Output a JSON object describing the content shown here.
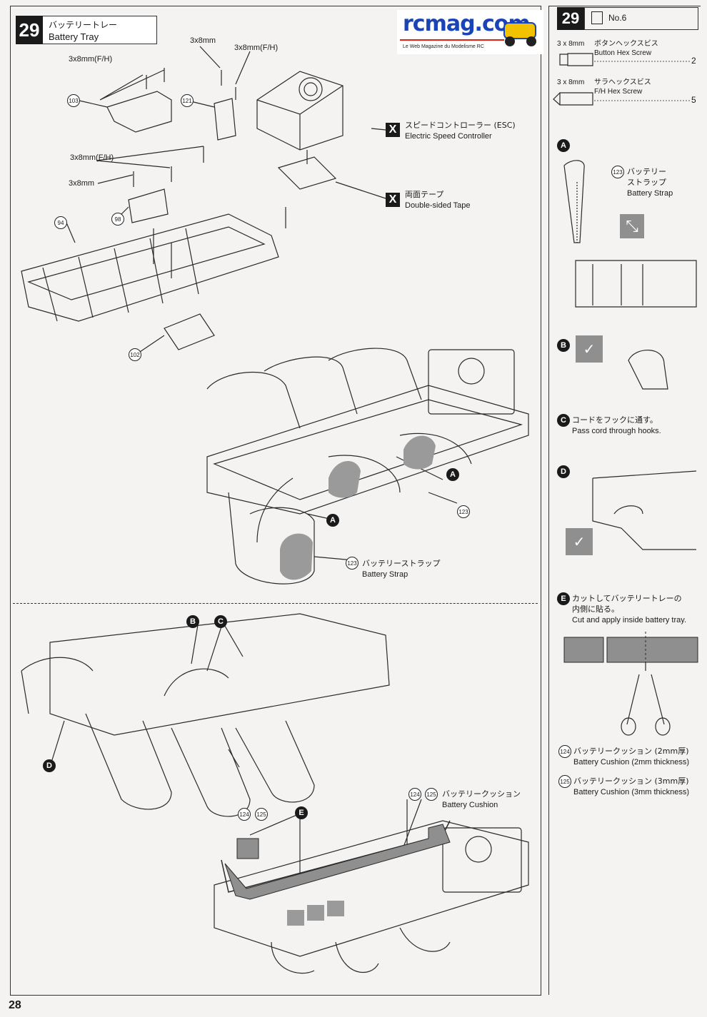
{
  "logo": {
    "brand": "rcmag.com",
    "tagline": "Le Web Magazine du Modelisme RC"
  },
  "page_number": "28",
  "step": {
    "number": "29",
    "title_jp": "バッテリートレー",
    "title_en": "Battery Tray"
  },
  "screw_labels": {
    "fh_top_left": "3x8mm(F/H)",
    "mm_top_center": "3x8mm",
    "fh_top_right": "3x8mm(F/H)",
    "fh_mid": "3x8mm(F/H)",
    "mm_mid": "3x8mm"
  },
  "part_numbers": {
    "p103": "103",
    "p121": "121",
    "p98": "98",
    "p94": "94",
    "p102": "102",
    "p123a": "123",
    "p123b": "123",
    "p124": "124",
    "p125": "125",
    "p124b": "124",
    "p125b": "125"
  },
  "esc": {
    "marker": "X",
    "jp": "スピードコントローラー (ESC)",
    "en": "Electric Speed Controller"
  },
  "tape": {
    "marker": "X",
    "jp": "両面テープ",
    "en": "Double-sided Tape"
  },
  "strap_label": {
    "jp": "バッテリーストラップ",
    "en": "Battery Strap"
  },
  "cushion_label": {
    "jp": "バッテリークッション",
    "en": "Battery Cushion"
  },
  "callouts": {
    "A1": "A",
    "A2": "A",
    "B": "B",
    "C": "C",
    "D": "D",
    "E": "E"
  },
  "sidebar": {
    "step_number": "29",
    "bag_label": "No.6",
    "parts": [
      {
        "size": "3 x 8mm",
        "jp": "ボタンヘックスビス",
        "en": "Button Hex Screw",
        "qty": "2"
      },
      {
        "size": "3 x 8mm",
        "jp": "サラヘックスビス",
        "en": "F/H Hex Screw",
        "qty": "5"
      }
    ],
    "detail_a": {
      "letter": "A",
      "part_no": "123",
      "jp1": "バッテリー",
      "jp2": "ストラップ",
      "en": "Battery Strap"
    },
    "detail_b": {
      "letter": "B"
    },
    "detail_c": {
      "letter": "C",
      "jp": "コードをフックに通す。",
      "en": "Pass cord through hooks."
    },
    "detail_d": {
      "letter": "D"
    },
    "detail_e": {
      "letter": "E",
      "jp1": "カットしてバッテリートレーの",
      "jp2": "内側に貼る。",
      "en": "Cut and apply inside battery tray."
    },
    "cushions": [
      {
        "part_no": "124",
        "jp": "バッテリークッション (2mm厚)",
        "en": "Battery Cushion (2mm thickness)"
      },
      {
        "part_no": "125",
        "jp": "バッテリークッション (3mm厚)",
        "en": "Battery Cushion (3mm thickness)"
      }
    ]
  },
  "colors": {
    "ink": "#1a1a1a",
    "paper": "#f4f3f1",
    "cushion": "#8f8f8f",
    "logo_blue": "#1a43b8"
  }
}
